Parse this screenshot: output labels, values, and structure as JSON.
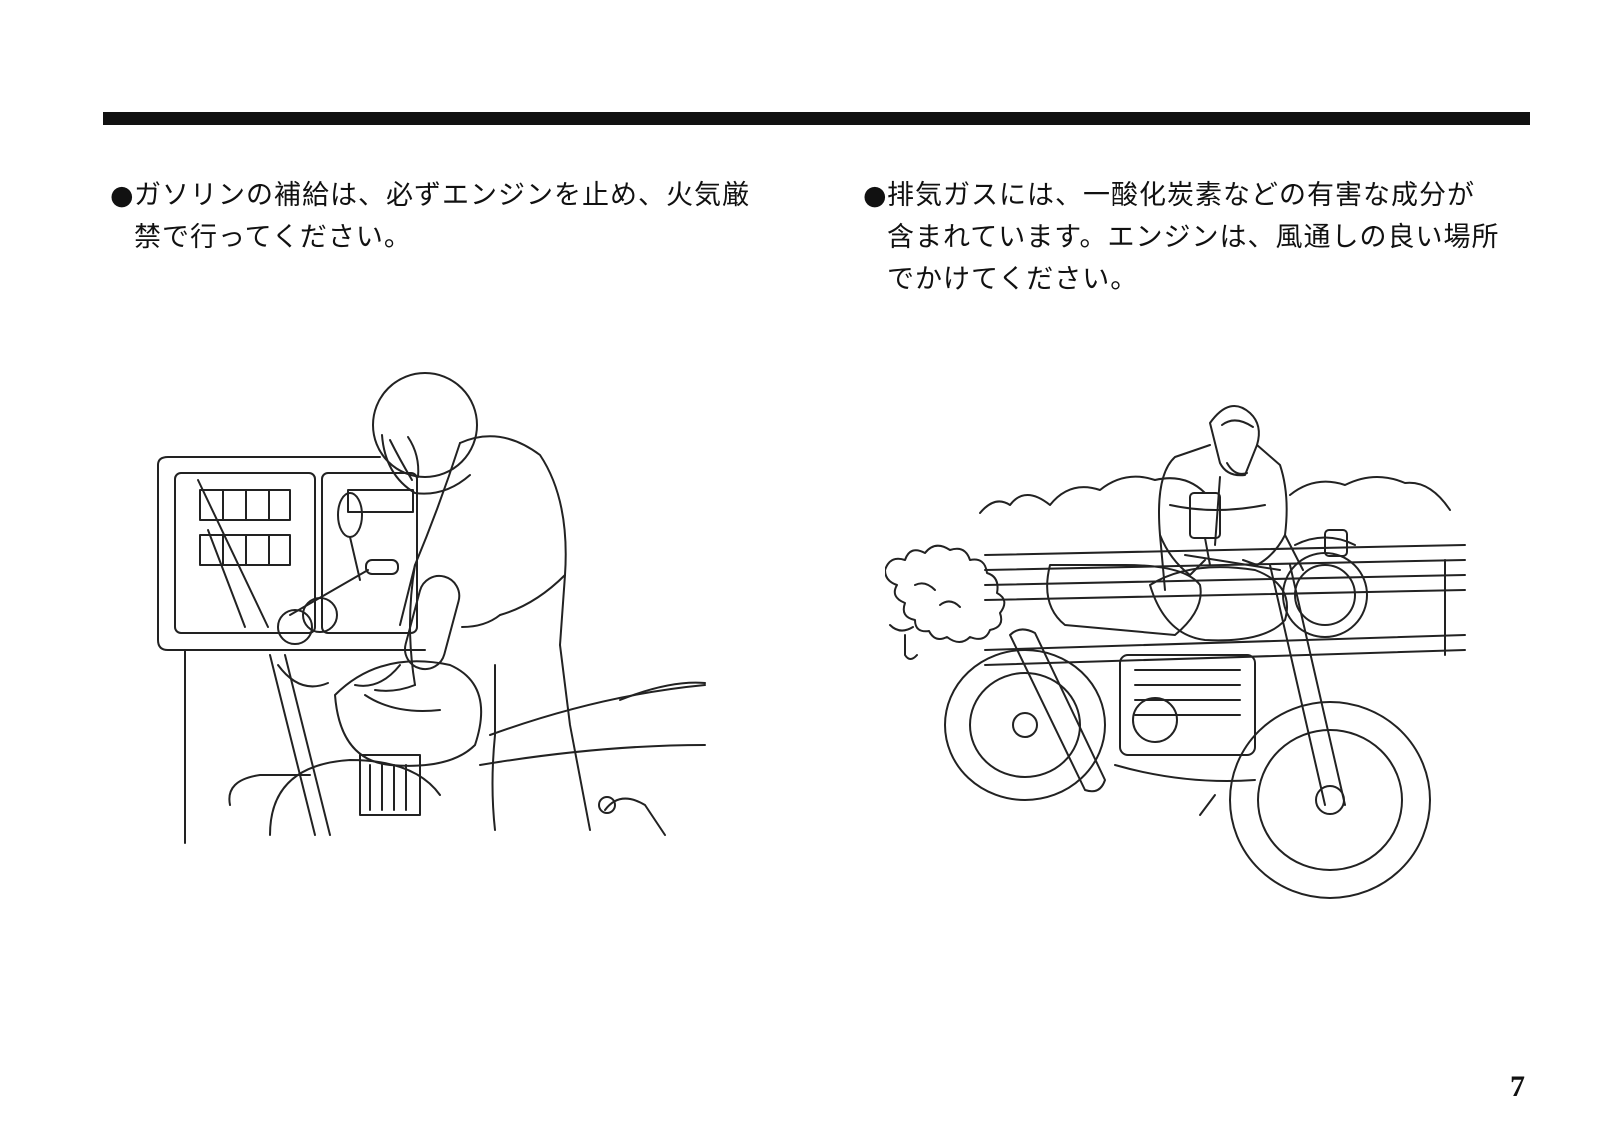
{
  "notes": {
    "left": {
      "bullet": "●",
      "lines": [
        "ガソリンの補給は、必ずエンジンを止め、火気厳",
        "禁で行ってください。"
      ]
    },
    "right": {
      "bullet": "●",
      "lines": [
        "排気ガスには、一酸化炭素などの有害な成分が",
        "含まれています。エンジンは、風通しの良い場所",
        "でかけてください。"
      ]
    }
  },
  "page_number": "7"
}
